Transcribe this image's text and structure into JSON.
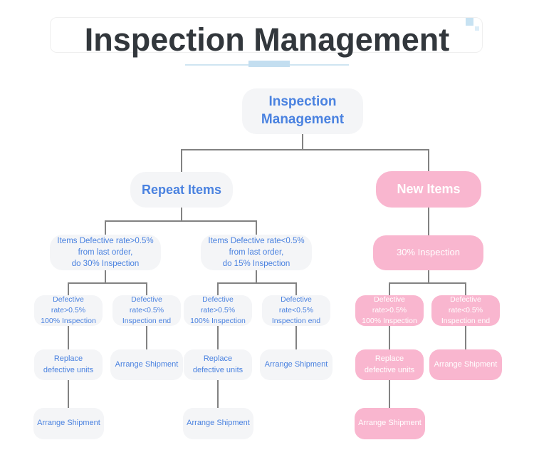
{
  "theme": {
    "bg": "#ffffff",
    "blue": "#4a82e0",
    "pink": "#f9b6cf",
    "node_gray": "#f4f5f7",
    "title_color": "#32373c",
    "line_color": "#828282",
    "card_border": "#efefef",
    "underline_light": "#cfe5f2",
    "underline_dark": "#c3def0",
    "deco_square_1": "#c7e2f2",
    "deco_square_2": "#dcedf8"
  },
  "header": {
    "title": "Inspection Management"
  },
  "diagram": {
    "root": "Inspection Management",
    "repeat_items": "Repeat Items",
    "new_items": "New Items",
    "repeat_gt": "Items Defective rate>0.5%\nfrom last order,\ndo 30% Inspection",
    "repeat_lt": "Items Defective rate<0.5%\nfrom last order,\ndo 15% Inspection",
    "new_inspection": "30% Inspection",
    "defective_gt": "Defective rate>0.5%\n100% Inspection",
    "defective_lt": "Defective rate<0.5%\nInspection end",
    "replace": "Replace\ndefective units",
    "arrange": "Arrange Shipment"
  }
}
